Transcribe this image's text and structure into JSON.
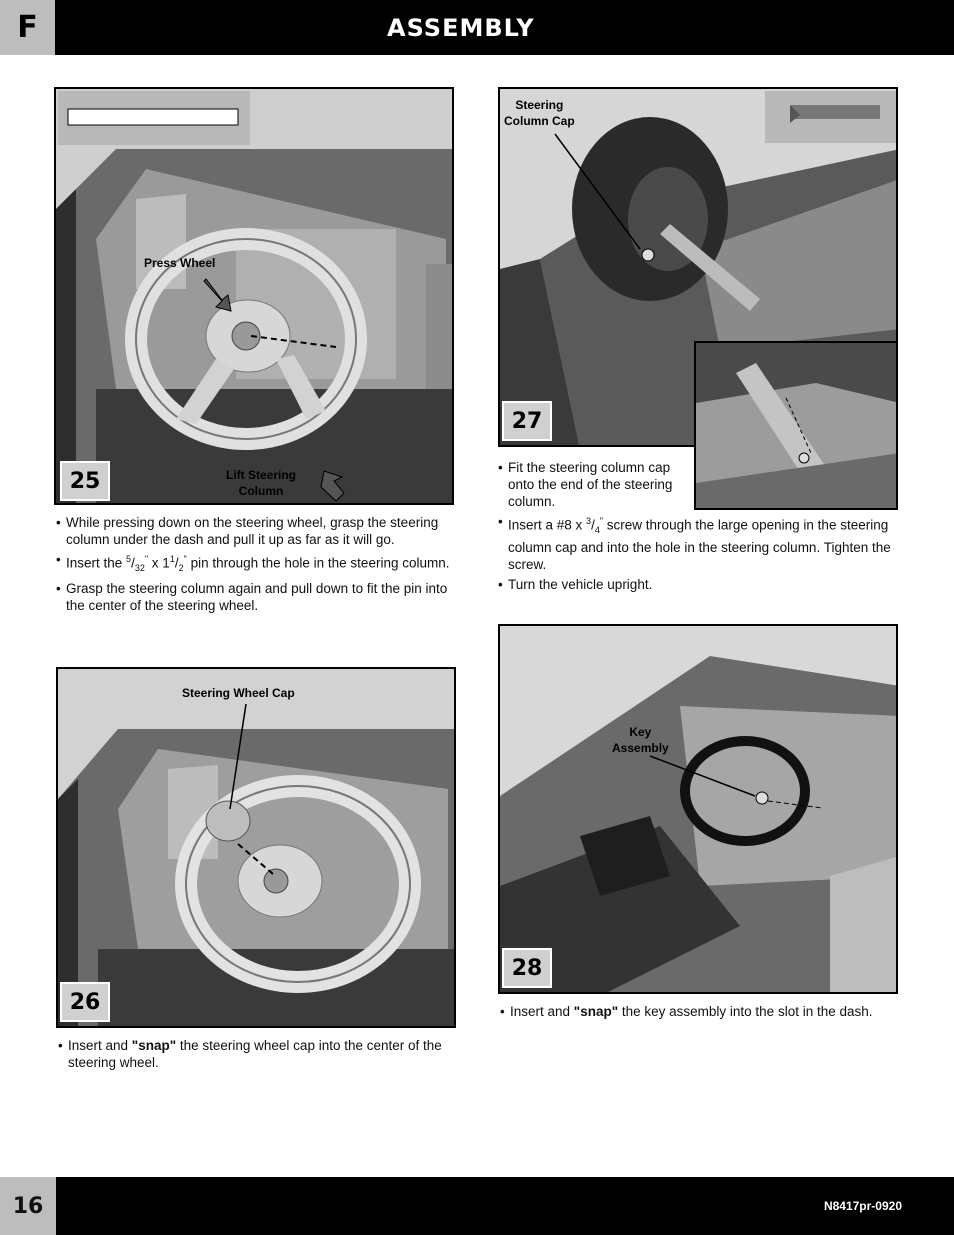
{
  "header": {
    "section_letter": "F",
    "title": "ASSEMBLY"
  },
  "footer": {
    "page_number": "16",
    "doc_code": "N8417pr-0920"
  },
  "steps": {
    "s25": {
      "number": "25",
      "labels": {
        "press_wheel": "Press Wheel",
        "lift_line1": "Lift Steering",
        "lift_line2": "Column"
      },
      "bullets": {
        "b1": "While pressing down on the steering wheel, grasp the steering column under the dash and pull it up as far as it will go.",
        "b2_pre": "Insert the ",
        "b2_frac_num": "5",
        "b2_frac_sep": "/",
        "b2_frac_den": "32",
        "b2_inch": "\"",
        "b2_mid": " x 1",
        "b2_frac2_num": "1",
        "b2_frac2_sep": "/",
        "b2_frac2_den": "2",
        "b2_inch2": "\"",
        "b2_post": " pin through the hole in the steering column.",
        "b3": "Grasp the steering column again and pull down to fit the pin into the center of the steering wheel."
      }
    },
    "s26": {
      "number": "26",
      "labels": {
        "cap": "Steering Wheel Cap"
      },
      "bullets": {
        "b1_pre": "Insert and ",
        "b1_bold": "\"snap\"",
        "b1_post": " the steering wheel cap into the center of the steering wheel."
      }
    },
    "s27": {
      "number": "27",
      "labels": {
        "cap_line1": "Steering",
        "cap_line2": "Column Cap"
      },
      "bullets": {
        "b1": "Fit the steering column cap onto the end of the steering column.",
        "b2_pre": "Insert a #8 x ",
        "b2_frac_num": "3",
        "b2_frac_sep": "/",
        "b2_frac_den": "4",
        "b2_inch": "\"",
        "b2_post": " screw through the large opening in the steering column cap and into the hole in the steering column. Tighten the screw.",
        "b3": "Turn the vehicle upright."
      }
    },
    "s28": {
      "number": "28",
      "labels": {
        "key_line1": "Key",
        "key_line2": "Assembly"
      },
      "bullets": {
        "b1_pre": "Insert and ",
        "b1_bold": "\"snap\"",
        "b1_post": " the key assembly into the slot in the dash."
      }
    }
  }
}
